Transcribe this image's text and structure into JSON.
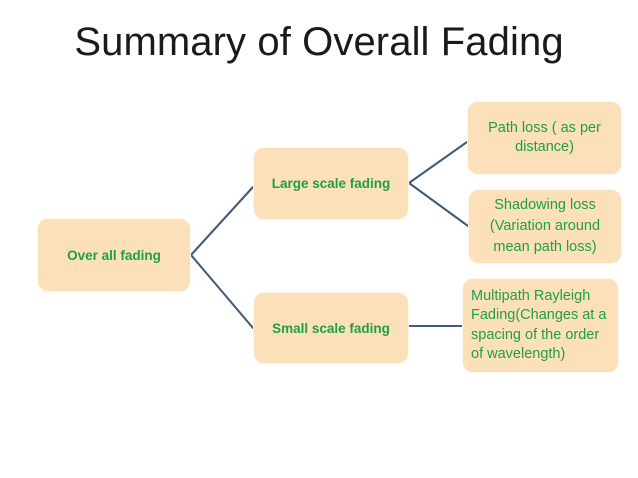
{
  "slide": {
    "title": "Summary of Overall Fading",
    "background_color": "#ffffff",
    "title_color": "#1a1a1a"
  },
  "theme": {
    "node_fill": "#fbe0b9",
    "node_border": "#fdf6ec",
    "node_text_color": "#1f9e4a",
    "connector_color": "#445a7a"
  },
  "diagram": {
    "type": "hierarchy-tree",
    "orientation": "left-to-right",
    "nodes": {
      "overall": {
        "label": "Over all fading",
        "level": 1
      },
      "large": {
        "label": "Large scale fading",
        "level": 2
      },
      "small": {
        "label": "Small scale fading",
        "level": 2
      },
      "path_loss": {
        "label": "Path loss ( as per distance)",
        "level": 3
      },
      "shadowing": {
        "label": "Shadowing loss\n(Variation  around\nmean path loss)",
        "level": 3
      },
      "multipath": {
        "label": "Multipath   Rayleigh Fading(Changes at a spacing of the order of wavelength)",
        "level": 3
      }
    },
    "edges": [
      {
        "from": "overall",
        "to": "large"
      },
      {
        "from": "overall",
        "to": "small"
      },
      {
        "from": "large",
        "to": "path_loss"
      },
      {
        "from": "large",
        "to": "shadowing"
      },
      {
        "from": "small",
        "to": "multipath"
      }
    ]
  }
}
